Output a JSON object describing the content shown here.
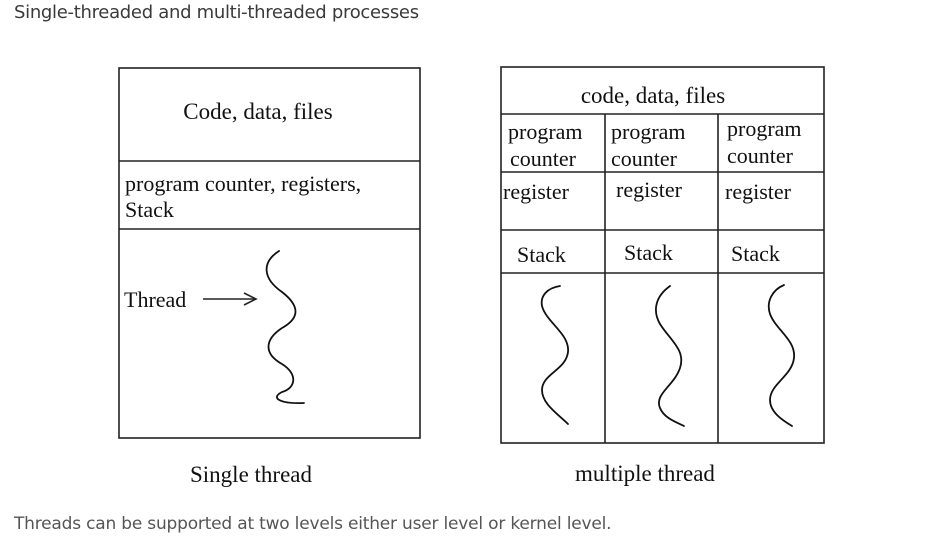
{
  "heading": "Single-threaded and multi-threaded processes",
  "footer": "Threads can be supported at two levels either user level or kernel level.",
  "single": {
    "code_label": "Code, data, files",
    "regs_line1": "program counter, registers,",
    "regs_line2": "Stack",
    "thread_label": "Thread",
    "caption": "Single thread"
  },
  "multi": {
    "code_label": "code, data, files",
    "columns": [
      {
        "pc_line1": "program",
        "pc_line2": "counter",
        "register": "register",
        "stack": "Stack"
      },
      {
        "pc_line1": "program",
        "pc_line2": "counter",
        "register": "register",
        "stack": "Stack"
      },
      {
        "pc_line1": "program",
        "pc_line2": "counter",
        "register": "register",
        "stack": "Stack"
      }
    ],
    "caption": "multiple thread"
  }
}
